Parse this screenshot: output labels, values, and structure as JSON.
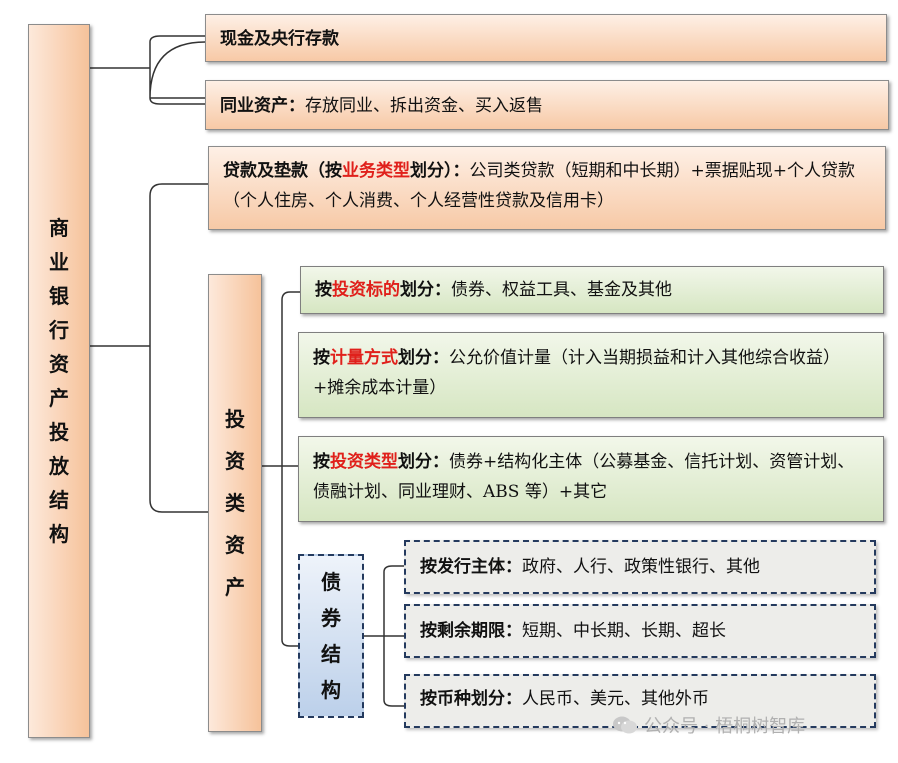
{
  "root": {
    "chars": [
      "商",
      "业",
      "银",
      "行",
      "资",
      "产",
      "投",
      "放",
      "结",
      "构"
    ]
  },
  "top_items": [
    {
      "bold": "现金及央行存款"
    },
    {
      "bold": "同业资产",
      "colon": "：",
      "text": "存放同业、拆出资金、买入返售"
    }
  ],
  "loans": {
    "pre": "贷款及垫款（按",
    "highlight": "业务类型",
    "post": "划分）",
    "colon": "：",
    "text": "公司类贷款（短期和中长期）+票据贴现+个人贷款（个人住房、个人消费、个人经营性贷款及信用卡）"
  },
  "invest": {
    "chars": [
      "投",
      "资",
      "类",
      "资",
      "产"
    ],
    "items": [
      {
        "pre": "按",
        "highlight": "投资标的",
        "post": "划分",
        "colon": "：",
        "text": "债券、权益工具、基金及其他"
      },
      {
        "pre": "按",
        "highlight": "计量方式",
        "post": "划分",
        "colon": "：",
        "text": "公允价值计量（计入当期损益和计入其他综合收益）+摊余成本计量）"
      },
      {
        "pre": "按",
        "highlight": "投资类型",
        "post": "划分",
        "colon": "：",
        "text": "债券+结构化主体（公募基金、信托计划、资管计划、债融计划、同业理财、ABS 等）+其它"
      }
    ]
  },
  "bond": {
    "chars": [
      "债",
      "券",
      "结",
      "构"
    ],
    "items": [
      {
        "bold": "按发行主体",
        "colon": "：",
        "text": "政府、人行、政策性银行、其他"
      },
      {
        "bold": "按剩余期限",
        "colon": "：",
        "text": "短期、中长期、长期、超长"
      },
      {
        "bold": "按币种划分",
        "colon": "：",
        "text": "人民币、美元、其他外币"
      }
    ]
  },
  "watermark": {
    "text": "公众号 · 梧桐树智库",
    "icon": "wechat-icon"
  },
  "colors": {
    "highlight": "#e0201b",
    "orange": "#f7c9a6",
    "green": "#d6e6c2",
    "dash": "#243a5e"
  }
}
